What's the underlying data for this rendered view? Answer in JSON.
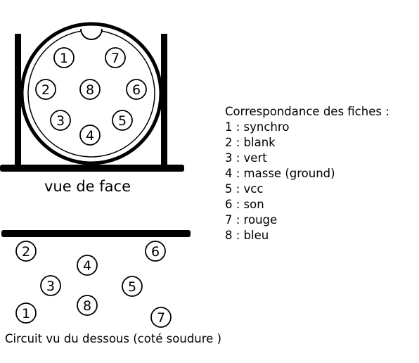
{
  "front_view": {
    "caption": "vue de face",
    "pins": [
      {
        "label": "1"
      },
      {
        "label": "7"
      },
      {
        "label": "2"
      },
      {
        "label": "8"
      },
      {
        "label": "6"
      },
      {
        "label": "3"
      },
      {
        "label": "5"
      },
      {
        "label": "4"
      }
    ]
  },
  "bottom_view": {
    "caption": "Circuit vu du dessous (coté soudure )",
    "pins": [
      {
        "label": "2"
      },
      {
        "label": "6"
      },
      {
        "label": "4"
      },
      {
        "label": "3"
      },
      {
        "label": "5"
      },
      {
        "label": "8"
      },
      {
        "label": "1"
      },
      {
        "label": "7"
      }
    ]
  },
  "legend": {
    "title": "Correspondance des fiches :",
    "items": [
      "1 : synchro",
      "2 : blank",
      "3 : vert",
      "4 : masse (ground)",
      "5 : vcc",
      "6 : son",
      "7 : rouge",
      "8 : bleu"
    ]
  },
  "colors": {
    "ink": "#000000",
    "background": "#ffffff"
  }
}
